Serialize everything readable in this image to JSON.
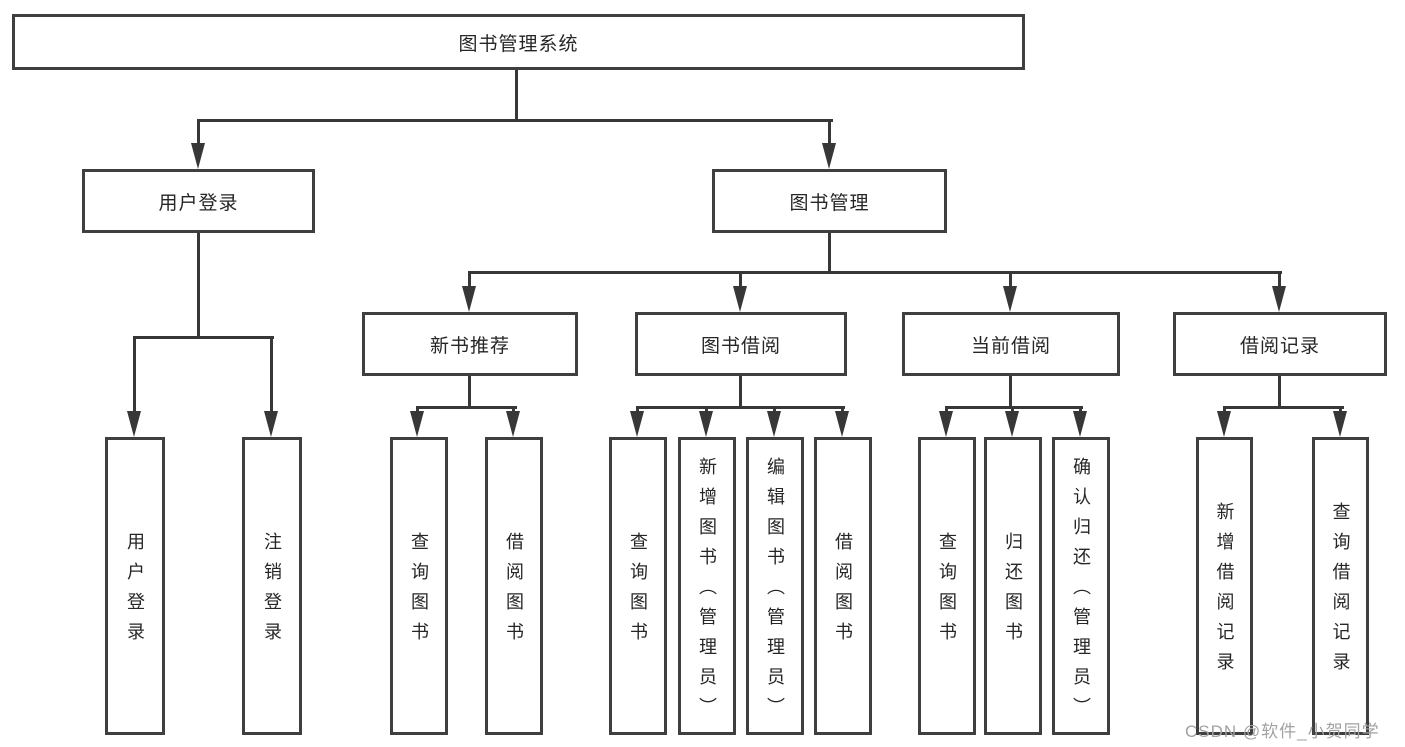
{
  "tree": {
    "root": {
      "label": "图书管理系统"
    },
    "children": [
      {
        "label": "用户登录",
        "children": [
          {
            "label": "用户登录"
          },
          {
            "label": "注销登录"
          }
        ]
      },
      {
        "label": "图书管理",
        "children": [
          {
            "label": "新书推荐",
            "children": [
              {
                "label": "查询图书"
              },
              {
                "label": "借阅图书"
              }
            ]
          },
          {
            "label": "图书借阅",
            "children": [
              {
                "label": "查询图书"
              },
              {
                "label": "新增图书（管理员）"
              },
              {
                "label": "编辑图书（管理员）"
              },
              {
                "label": "借阅图书"
              }
            ]
          },
          {
            "label": "当前借阅",
            "children": [
              {
                "label": "查询图书"
              },
              {
                "label": "归还图书"
              },
              {
                "label": "确认归还（管理员）"
              }
            ]
          },
          {
            "label": "借阅记录",
            "children": [
              {
                "label": "新增借阅记录"
              },
              {
                "label": "查询借阅记录"
              }
            ]
          }
        ]
      }
    ]
  },
  "watermark": "CSDN @软件_小贺同学",
  "colors": {
    "line": "#373737",
    "border": "#3f3f3f",
    "text": "#262626",
    "watermark": "#a2a2a2",
    "background": "#ffffff"
  }
}
